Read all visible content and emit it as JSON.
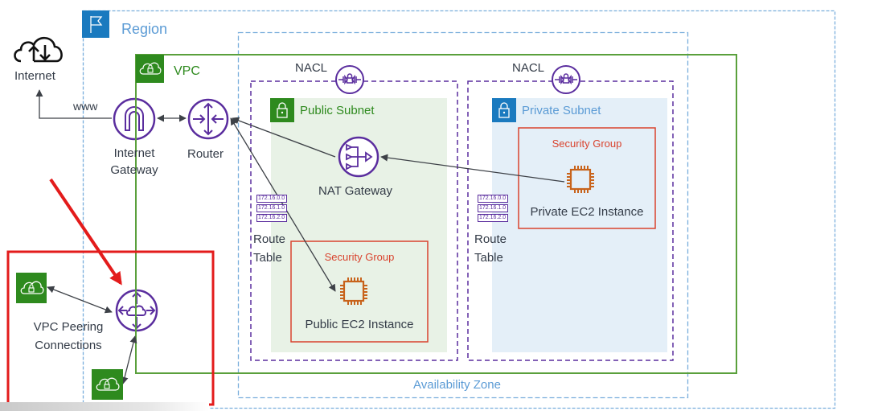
{
  "colors": {
    "region_blue": "#1a7abf",
    "region_border": "#7aaedc",
    "vpc_green": "#2e8a1e",
    "vpc_border": "#5aa03c",
    "purple": "#5a2d9e",
    "security_red": "#d9432e",
    "ec2_orange": "#c8631b",
    "public_subnet_bg": "#e8f2e6",
    "private_subnet_bg": "#e4eff8",
    "highlight_red": "#e31b1b",
    "text_dark": "#333b47"
  },
  "labels": {
    "region": "Region",
    "vpc": "VPC",
    "internet": "Internet",
    "www": "www",
    "internet_gateway_line1": "Internet",
    "internet_gateway_line2": "Gateway",
    "router": "Router",
    "nacl_public": "NACL",
    "nacl_private": "NACL",
    "public_subnet": "Public Subnet",
    "private_subnet": "Private Subnet",
    "nat_gateway": "NAT Gateway",
    "route_table_public_line1": "Route",
    "route_table_public_line2": "Table",
    "route_table_private_line1": "Route",
    "route_table_private_line2": "Table",
    "security_group_public": "Security Group",
    "security_group_private": "Security Group",
    "public_ec2": "Public EC2 Instance",
    "private_ec2": "Private EC2 Instance",
    "availability_zone": "Availability Zone",
    "vpc_peering_line1": "VPC Peering",
    "vpc_peering_line2": "Connections"
  },
  "route_table_entries": [
    "172.16.0.0",
    "172.16.1.0",
    "172.16.2.0"
  ]
}
